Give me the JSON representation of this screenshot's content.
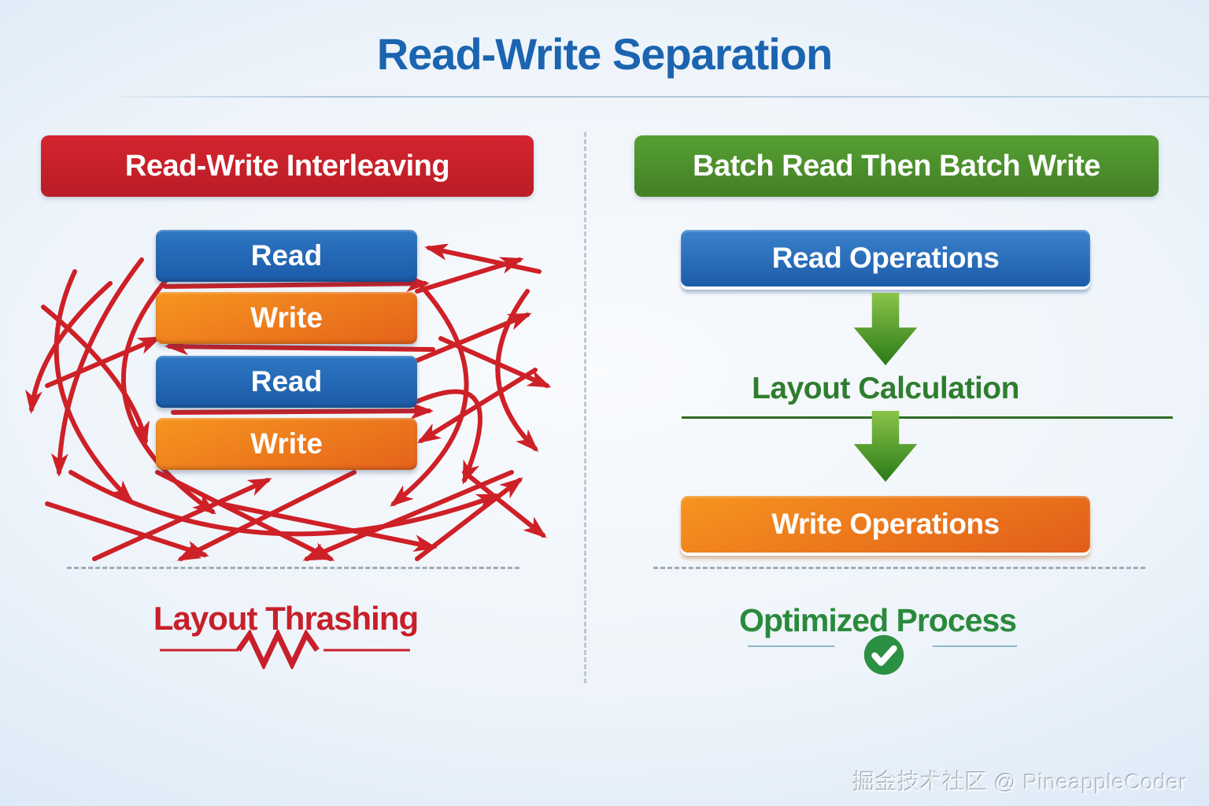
{
  "title": "Read-Write Separation",
  "left": {
    "header": "Read-Write Interleaving",
    "boxes": [
      {
        "label": "Read",
        "type": "read"
      },
      {
        "label": "Write",
        "type": "write"
      },
      {
        "label": "Read",
        "type": "read"
      },
      {
        "label": "Write",
        "type": "write"
      }
    ],
    "caption": "Layout Thrashing"
  },
  "right": {
    "header": "Batch Read Then Batch Write",
    "read_box": "Read Operations",
    "step_label": "Layout Calculation",
    "write_box": "Write Operations",
    "caption": "Optimized Process"
  },
  "watermark": "掘金技术社区 @ PineappleCoder",
  "icons": {
    "down_arrow": "down-arrow-icon",
    "check": "check-icon",
    "zigzag": "zigzag-icon",
    "chaos_arrows": "chaos-arrows-icon"
  },
  "colors": {
    "title": "#1a64b0",
    "red": "#c8202a",
    "red_header_top": "#d5242f",
    "red_header_bottom": "#b81d26",
    "green_header_top": "#55a033",
    "green_header_bottom": "#447f26",
    "blue_box_top": "#2e77c3",
    "blue_box_bottom": "#1b5ba8",
    "orange_box_top": "#f6951f",
    "orange_box_bottom": "#e5631b",
    "green_text": "#2e7d2e",
    "green_caption": "#2a8a3c",
    "arrow_red": "#ce2027",
    "green_arrow_top": "#8ac44a",
    "green_arrow_bottom": "#2a7a16"
  }
}
